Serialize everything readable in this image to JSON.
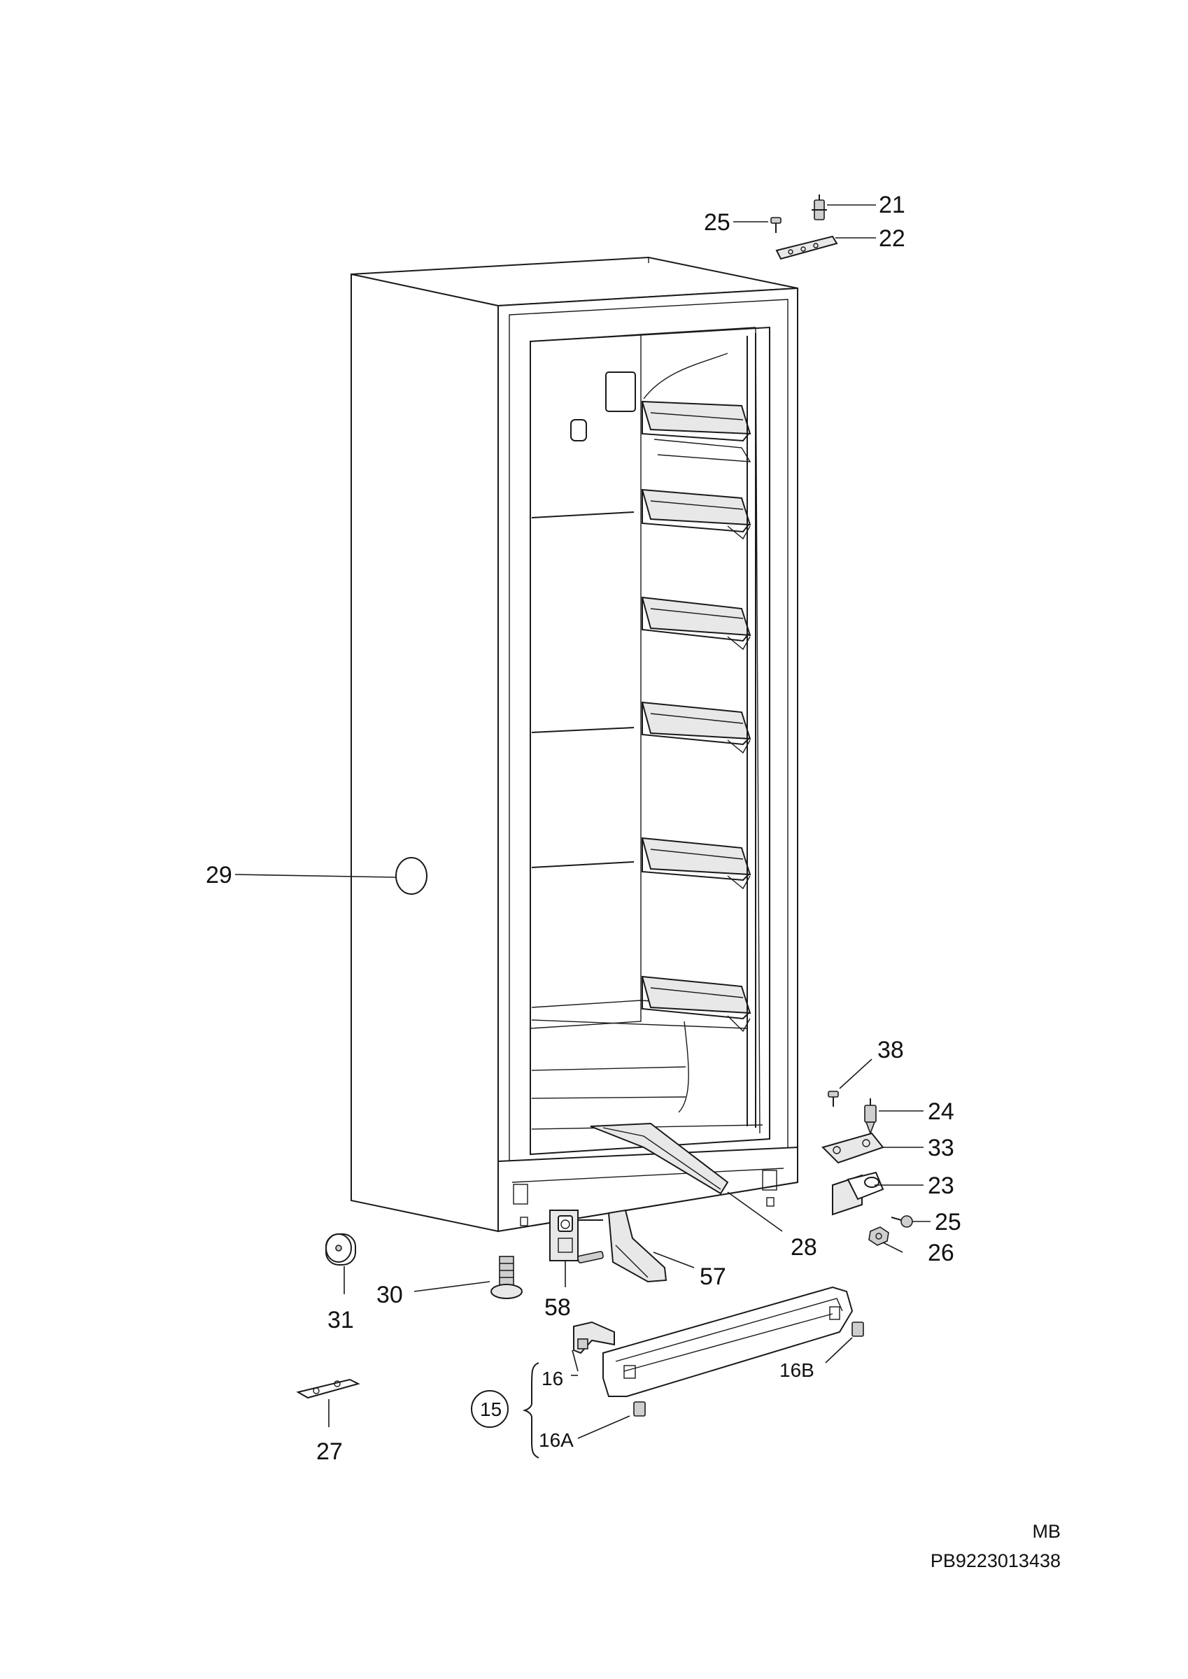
{
  "callouts": {
    "c21": "21",
    "c22": "22",
    "c25_top": "25",
    "c29": "29",
    "c38": "38",
    "c24": "24",
    "c33": "33",
    "c23": "23",
    "c25_right": "25",
    "c26": "26",
    "c28": "28",
    "c57": "57",
    "c58": "58",
    "c30": "30",
    "c31": "31",
    "c27": "27",
    "c15": "15",
    "c16": "16",
    "c16A": "16A",
    "c16B": "16B"
  },
  "footer": {
    "code1": "MB",
    "code2": "PB9223013438"
  }
}
